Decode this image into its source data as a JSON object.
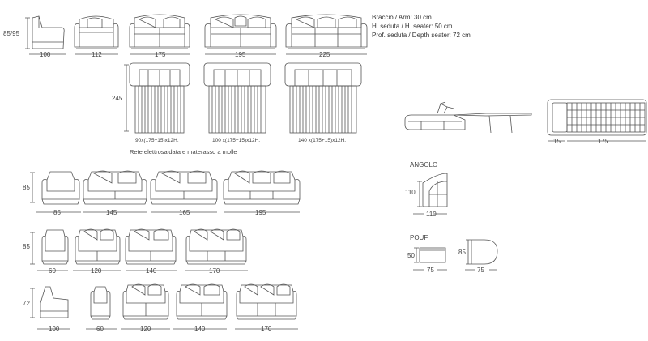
{
  "specs": {
    "arm": "Braccio / Arm: 30 cm",
    "seat_height": "H. seduta / H. seater: 50 cm",
    "seat_depth": "Prof. seduta / Depth seater: 72 cm"
  },
  "row1": {
    "height_label": "85/95",
    "widths": [
      "100",
      "112",
      "175",
      "195",
      "225"
    ]
  },
  "beds": {
    "height_label": "245",
    "captions": [
      "90x(175+15)x12H.",
      "100 x(175+15)x12H.",
      "140 x(175+15)x12H."
    ],
    "caption_main": "Rete elettrosaldata e materasso a molle"
  },
  "bed_detail": {
    "dims": [
      "15",
      "175"
    ]
  },
  "row3": {
    "height_label": "85",
    "widths": [
      "85",
      "145",
      "165",
      "195"
    ]
  },
  "row4": {
    "height_label": "85",
    "widths": [
      "60",
      "120",
      "140",
      "170"
    ]
  },
  "row5": {
    "height_label": "72",
    "widths": [
      "100",
      "60",
      "120",
      "140",
      "170"
    ]
  },
  "angolo": {
    "title": "ANGOLO",
    "height_label": "110",
    "width_label": "110"
  },
  "pouf": {
    "title": "POUF",
    "rect_height": "50",
    "rect_width": "75",
    "round_height": "85",
    "round_width": "75"
  }
}
